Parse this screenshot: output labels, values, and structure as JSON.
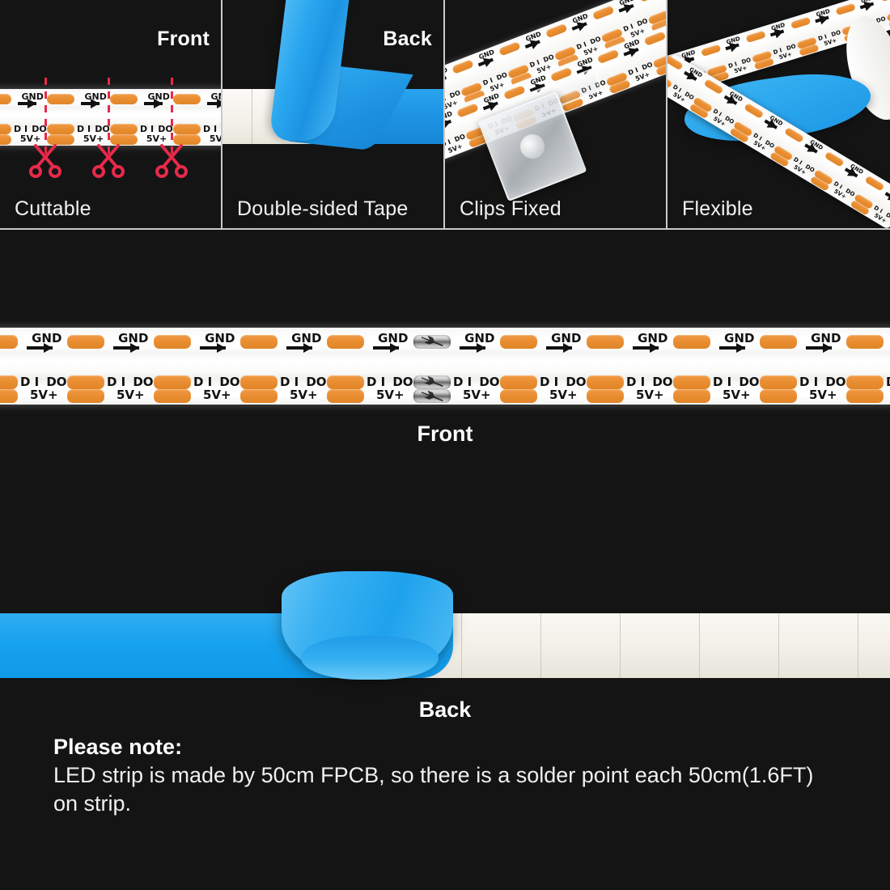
{
  "page": {
    "background_color": "#141414",
    "accent_orange": "#ea8e32",
    "accent_blue": "#19a0ea",
    "accent_red": "#e8294a",
    "text_color": "#ffffff"
  },
  "features": [
    {
      "id": "cuttable",
      "caption": "Cuttable",
      "face_label": "Front",
      "cut_marks": 3,
      "icon": "scissors-icon"
    },
    {
      "id": "double-sided-tape",
      "caption": "Double-sided Tape",
      "face_label": "Back"
    },
    {
      "id": "clips-fixed",
      "caption": "Clips Fixed",
      "face_label": ""
    },
    {
      "id": "flexible",
      "caption": "Flexible",
      "face_label": ""
    }
  ],
  "strip_markings": {
    "top_label": "GND",
    "data_in": "D I",
    "data_out": "DO",
    "power": "5V+",
    "arrow_icon": "arrow-right-icon"
  },
  "front_section": {
    "caption": "Front",
    "repeat_count": 12,
    "solder_point_index": 5
  },
  "back_section": {
    "caption": "Back",
    "tape_color": "#19a0ea",
    "backing_color": "#f2f0e8"
  },
  "note": {
    "title": "Please note:",
    "body": "LED strip is made by 50cm FPCB, so there is a solder point each 50cm(1.6FT) on strip."
  }
}
